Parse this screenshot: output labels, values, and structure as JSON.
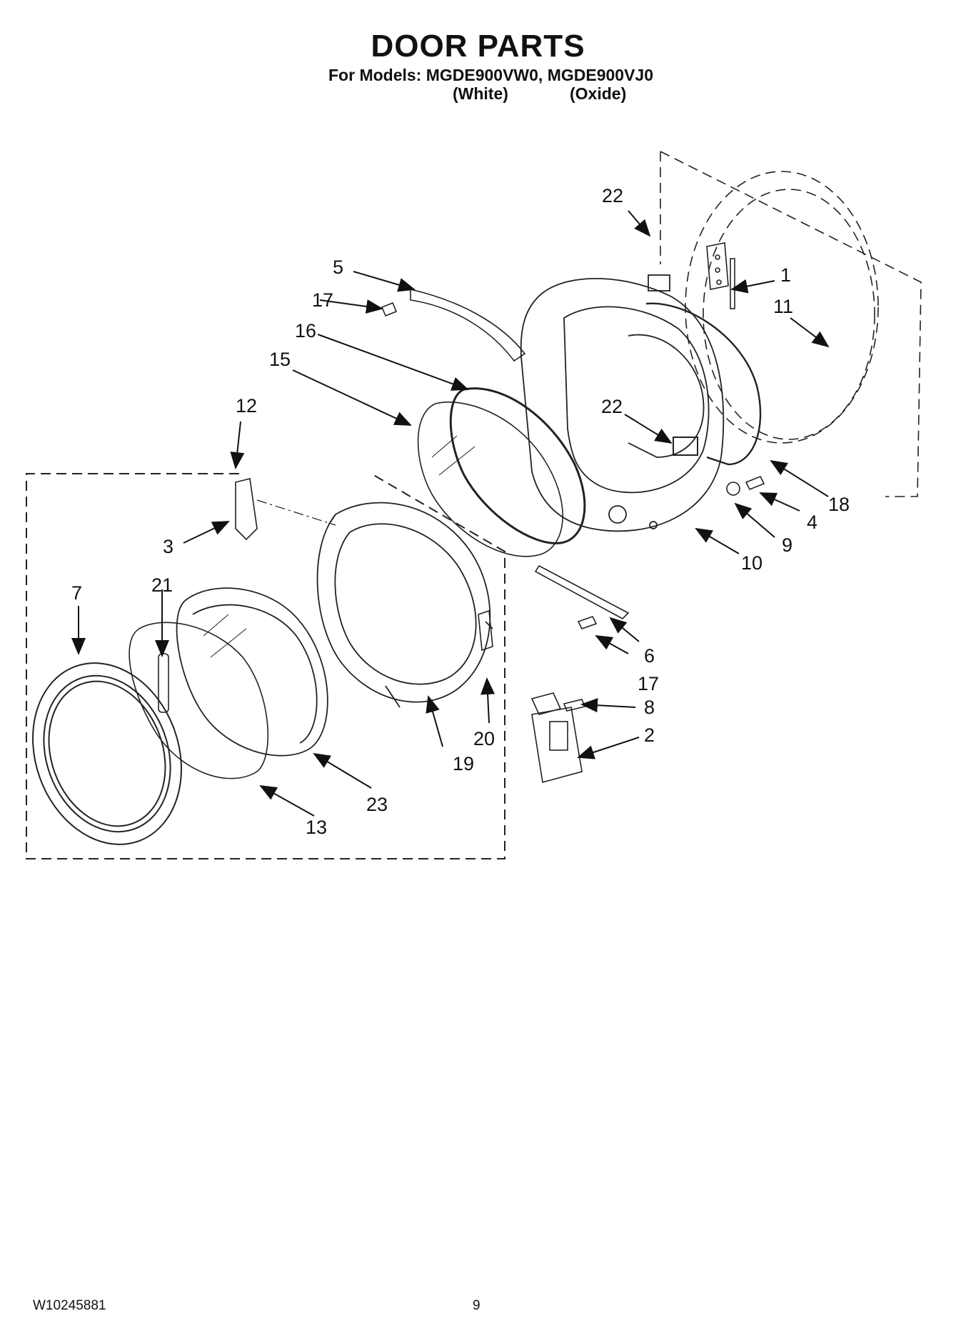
{
  "header": {
    "title": "DOOR PARTS",
    "models_line": "For Models: MGDE900VW0, MGDE900VJ0",
    "variant_white": "(White)",
    "variant_oxide": "(Oxide)"
  },
  "callouts": [
    "1",
    "2",
    "3",
    "4",
    "5",
    "6",
    "7",
    "8",
    "9",
    "10",
    "11",
    "12",
    "13",
    "15",
    "16",
    "17",
    "17",
    "18",
    "19",
    "20",
    "21",
    "22",
    "22",
    "23"
  ],
  "footer": {
    "doc_number": "W10245881",
    "page_number": "9"
  }
}
